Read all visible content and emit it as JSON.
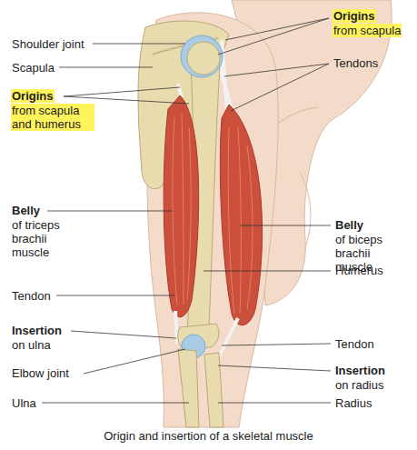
{
  "diagram": {
    "caption": "Origin and insertion of a skeletal muscle",
    "labels": [
      "Origins",
      "from scapula",
      "Shoulder joint",
      "Tendons",
      "Scapula",
      "Origins",
      "from scapula and humerus",
      "Belly",
      "of triceps brachii muscle",
      "Belly",
      "of biceps brachii muscle",
      "Humerus",
      "Tendon",
      "Insertion",
      "on ulna",
      "Tendon",
      "Elbow joint",
      "Insertion",
      "on radius",
      "Ulna",
      "Radius"
    ]
  }
}
